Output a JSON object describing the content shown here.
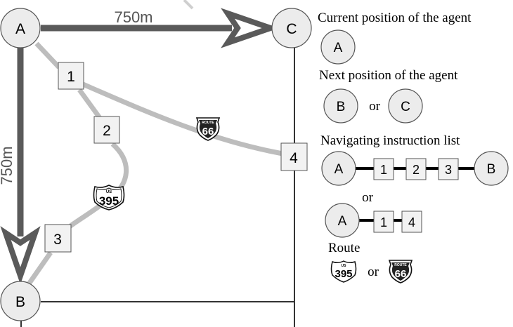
{
  "map": {
    "distance_top": "750m",
    "distance_left": "750m",
    "nodes": {
      "a": "A",
      "b": "B",
      "c": "C"
    },
    "waypoints": {
      "w1": "1",
      "w2": "2",
      "w3": "3",
      "w4": "4"
    },
    "shields": {
      "route66": {
        "top": "ROUTE",
        "number": "66"
      },
      "us395": {
        "top": "US",
        "number": "395"
      }
    }
  },
  "legend": {
    "current_title": "Current position of the agent",
    "current_node": "A",
    "next_title": "Next position of the agent",
    "next_node_1": "B",
    "next_or": "or",
    "next_node_2": "C",
    "instruction_title": "Navigating instruction list",
    "list1": [
      "A",
      "1",
      "2",
      "3",
      "B"
    ],
    "list_or": "or",
    "list2": [
      "A",
      "1",
      "4"
    ],
    "route_title": "Route",
    "route_or": "or",
    "route_shield_1": {
      "top": "US",
      "number": "395"
    },
    "route_shield_2": {
      "top": "ROUTE",
      "number": "66"
    }
  },
  "colors": {
    "road": "#bdbdbd",
    "arrow": "#5a5a5a",
    "grid": "#333333",
    "node_fill": "#ececec",
    "node_stroke": "#555555",
    "box_fill": "#f2f2f2",
    "chain": "#000000"
  }
}
